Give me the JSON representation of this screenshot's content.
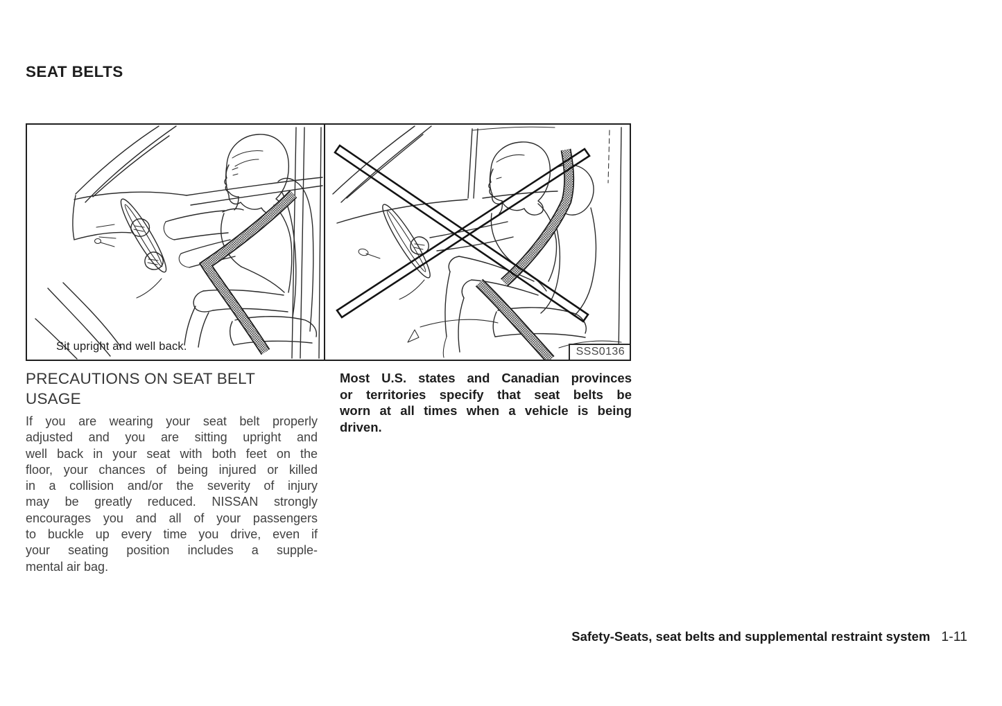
{
  "header": {
    "title": "SEAT BELTS"
  },
  "figure": {
    "left_caption": "Sit upright and well back.",
    "figure_id": "SSS0136"
  },
  "precautions": {
    "heading_lines": [
      "PRECAUTIONS ON SEAT BELT",
      "USAGE"
    ],
    "body_lines": [
      "If you are wearing your seat belt properly",
      "adjusted and you are sitting upright and",
      "well back in your seat with both feet on the",
      "floor, your chances of being injured or killed",
      "in a collision and/or the severity of injury",
      "may be greatly reduced. NISSAN strongly",
      "encourages you and all of your passengers",
      "to buckle up every time you drive, even if",
      "your seating position includes a supple-",
      "mental air bag."
    ]
  },
  "notice": {
    "lines": [
      "Most U.S. states and Canadian provinces",
      "or territories specify that seat belts be",
      "worn at all times when a vehicle is being",
      "driven."
    ]
  },
  "footer": {
    "chapter_title": "Safety-Seats, seat belts and supplemental restraint system",
    "page_number": "1-11"
  },
  "colors": {
    "ink": "#1f1f1f",
    "body_text": "#414141",
    "background": "#ffffff"
  }
}
